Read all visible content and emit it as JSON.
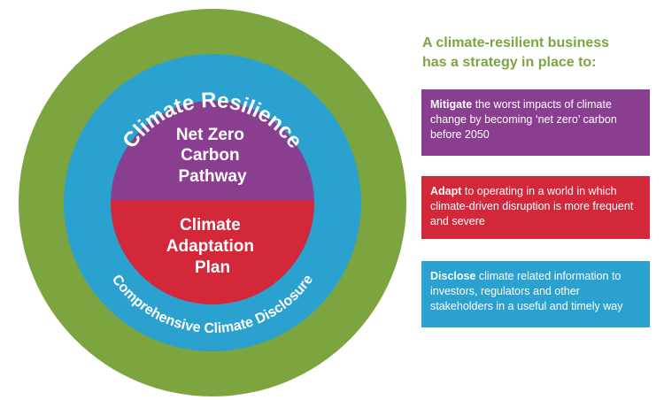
{
  "diagram": {
    "outer_ring": {
      "label": "Climate Resilience",
      "color": "#7ca540"
    },
    "middle_ring": {
      "label": "Comprehensive Climate Disclosure",
      "color": "#2aa1cf"
    },
    "top_half": {
      "lines": [
        "Net Zero",
        "Carbon",
        "Pathway"
      ],
      "color": "#8a3e8f"
    },
    "bottom_half": {
      "lines": [
        "Climate",
        "Adaptation",
        "Plan"
      ],
      "color": "#d3273a"
    }
  },
  "side": {
    "heading": [
      "A climate-resilient business",
      "has a strategy in place to:"
    ],
    "heading_color": "#7ca540",
    "boxes": [
      {
        "keyword": "Mitigate",
        "text": " the worst impacts of climate change by becoming ‘net zero’ carbon before 2050",
        "color": "#8a3e8f"
      },
      {
        "keyword": "Adapt",
        "text": " to operating in a world in which climate-driven disruption is more frequent and severe",
        "color": "#d3273a"
      },
      {
        "keyword": "Disclose",
        "text": " climate related information to investors, regulators and other stakeholders in a useful and timely way",
        "color": "#2aa1cf"
      }
    ]
  }
}
